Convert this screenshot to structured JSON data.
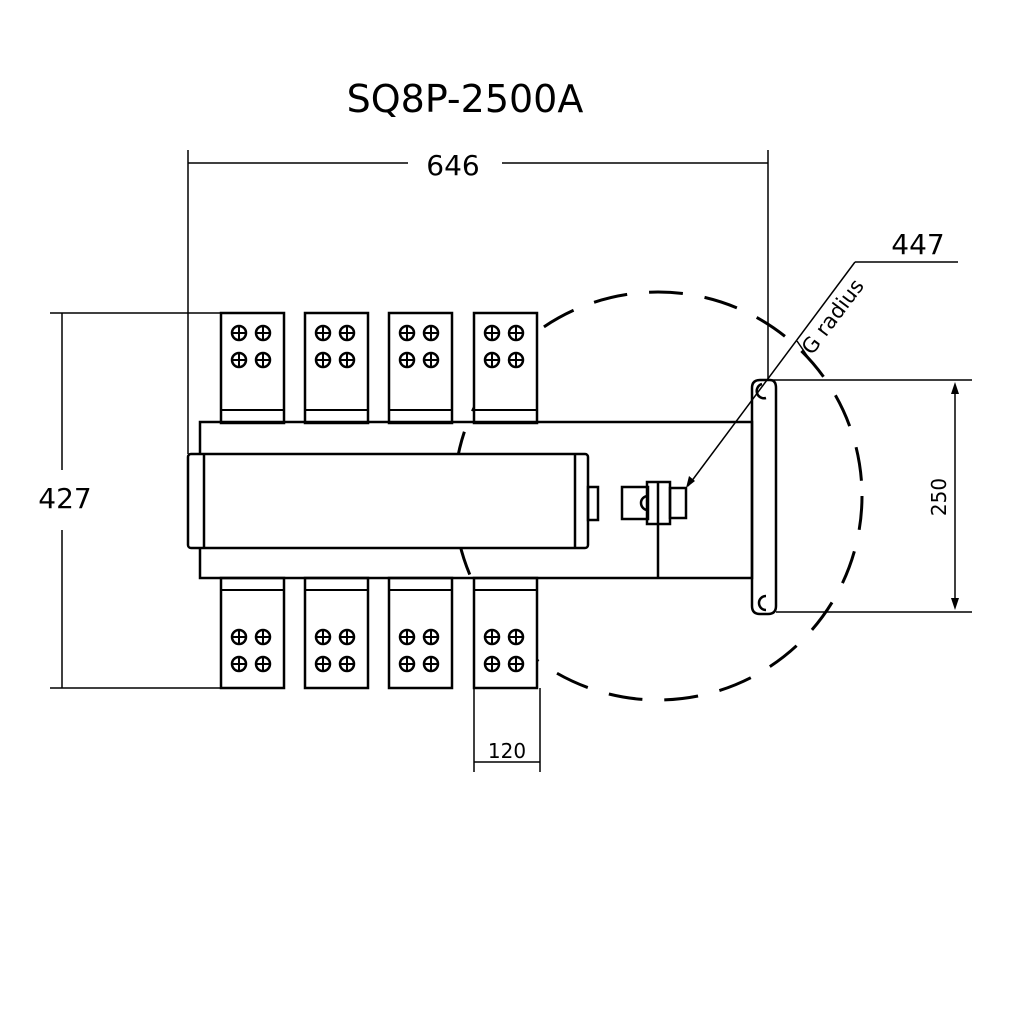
{
  "title": "SQ8P-2500A",
  "dimensions": {
    "width": "646",
    "height": "427",
    "radius_value": "447",
    "radius_label": "G radius",
    "plate_height": "250",
    "terminal_width": "120"
  },
  "terminals": {
    "top_count": 4,
    "bottom_count": 4,
    "bolts_per_terminal": 4
  }
}
